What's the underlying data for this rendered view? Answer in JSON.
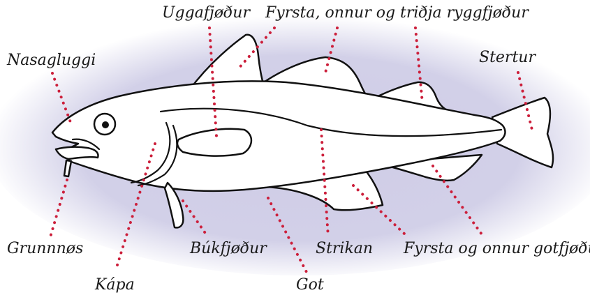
{
  "labels": {
    "uggafjodur": "Uggafjøður",
    "ryggfjodur": "Fyrsta, onnur og triðja ryggfjøður",
    "nasagluggi": "Nasagluggi",
    "stertur": "Stertur",
    "grunnnos": "Grunnnøs",
    "kapa": "Kápa",
    "bukfjodur": "Búkfjøður",
    "strikan": "Strikan",
    "got": "Got",
    "gotfjodur": "Fyrsta og onnur gotfjøður"
  },
  "colors": {
    "background_glow": "#cfcce6",
    "leader": "#cc1f3b",
    "outline": "#111111"
  }
}
